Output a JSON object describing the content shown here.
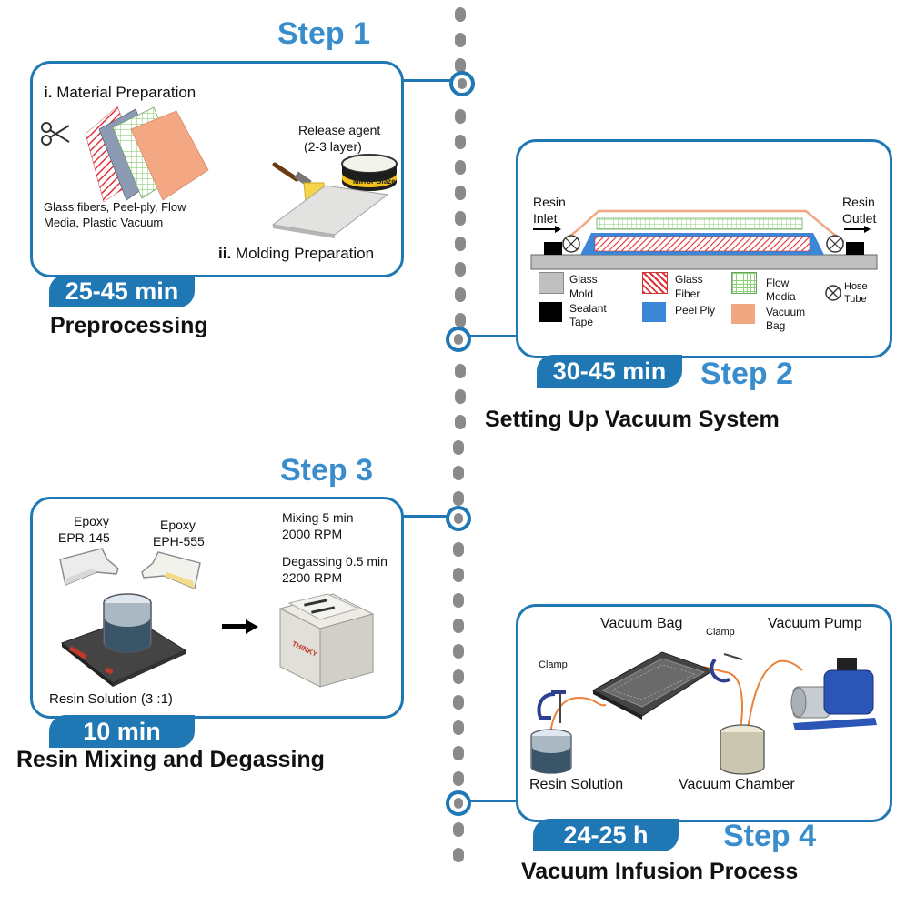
{
  "steps": [
    {
      "label": "Step 1",
      "time": "25-45 min",
      "caption": "Preprocessing"
    },
    {
      "label": "Step 2",
      "time": "30-45 min",
      "caption": "Setting Up Vacuum System"
    },
    {
      "label": "Step 3",
      "time": "10 min",
      "caption": "Resin Mixing and Degassing"
    },
    {
      "label": "Step 4",
      "time": "24-25 h",
      "caption": "Vacuum Infusion Process"
    }
  ],
  "step1": {
    "material_num": "i.",
    "material_title": "Material Preparation",
    "materials_line1": "Glass fibers, Peel-ply, Flow",
    "materials_line2": "Media, Plastic Vacuum",
    "release_line1": "Release agent",
    "release_line2": "(2-3 layer)",
    "jar_label": "Mirror Glaze",
    "molding_num": "ii.",
    "molding_title": "Molding Preparation"
  },
  "step2": {
    "inlet_line1": "Resin",
    "inlet_line2": "Inlet",
    "outlet_line1": "Resin",
    "outlet_line2": "Outlet",
    "legend": [
      {
        "line1": "Glass",
        "line2": "Mold",
        "color": "#c0c0c0"
      },
      {
        "line1": "Sealant",
        "line2": "Tape",
        "color": "#000000"
      },
      {
        "line1": "Glass",
        "line2": "Fiber",
        "color": "#e0303a"
      },
      {
        "line1": "Peel Ply",
        "line2": "",
        "color": "#3b86d6"
      },
      {
        "line1": "Flow",
        "line2": "Media",
        "color": "#8fd07a"
      },
      {
        "line1": "Vacuum",
        "line2": "Bag",
        "color": "#f0a882"
      },
      {
        "line1": "Hose",
        "line2": "Tube",
        "color": "#ffffff"
      }
    ]
  },
  "step3": {
    "epoxy1_line1": "Epoxy",
    "epoxy1_line2": "EPR-145",
    "epoxy2_line1": "Epoxy",
    "epoxy2_line2": "EPH-555",
    "mixing_line1": "Mixing  5 min",
    "mixing_line2": "2000 RPM",
    "degas_line1": "Degassing 0.5 min",
    "degas_line2": "2200 RPM",
    "mixer_brand": "THINKY",
    "resin_label": "Resin Solution (3 :1)"
  },
  "step4": {
    "vacuum_bag": "Vacuum Bag",
    "vacuum_pump": "Vacuum Pump",
    "clamp_left": "Clamp",
    "clamp_right": "Clamp",
    "resin_solution": "Resin Solution",
    "vacuum_chamber": "Vacuum Chamber"
  },
  "colors": {
    "accent": "#1f78b4",
    "step_title": "#3a8dcc",
    "dots": "#8a8a8a"
  }
}
